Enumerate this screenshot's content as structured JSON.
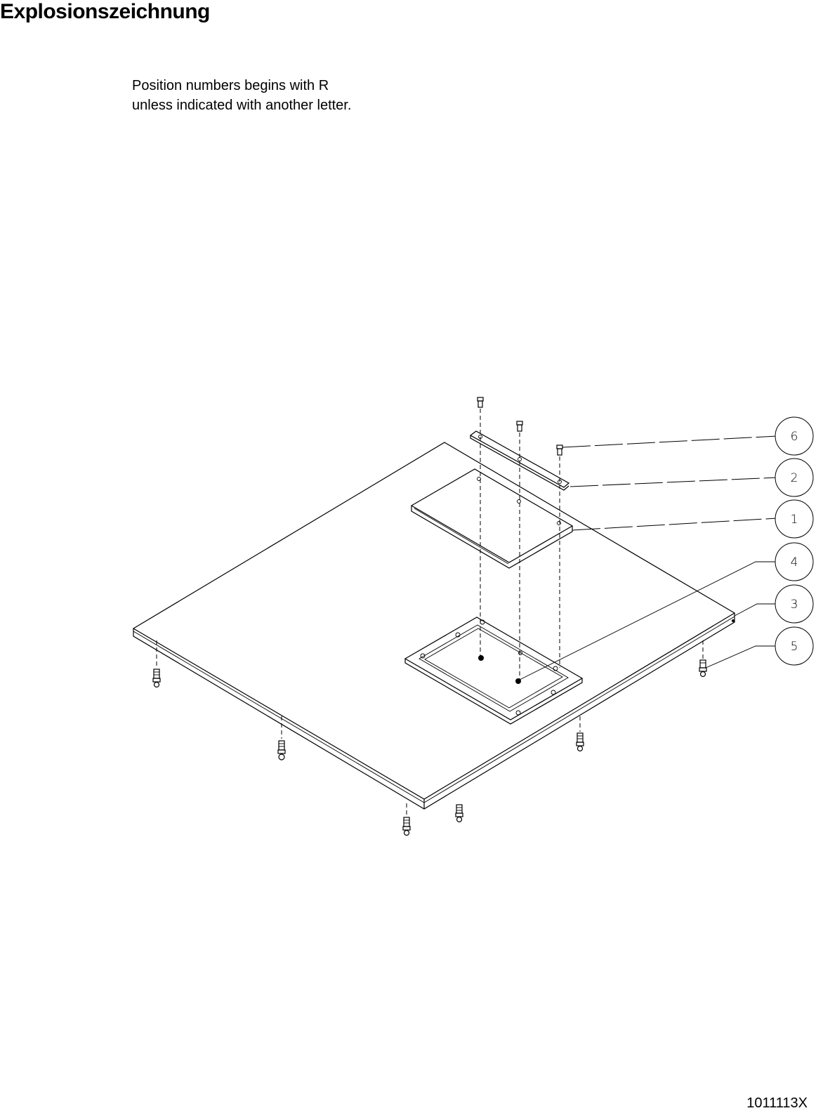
{
  "header": {
    "title": "Explosionszeichnung"
  },
  "note": {
    "line1": "Position numbers begins with R",
    "line2": "unless indicated with another letter."
  },
  "callouts": [
    "6",
    "2",
    "1",
    "4",
    "3",
    "5"
  ],
  "footer": {
    "document_number": "1011113X"
  }
}
